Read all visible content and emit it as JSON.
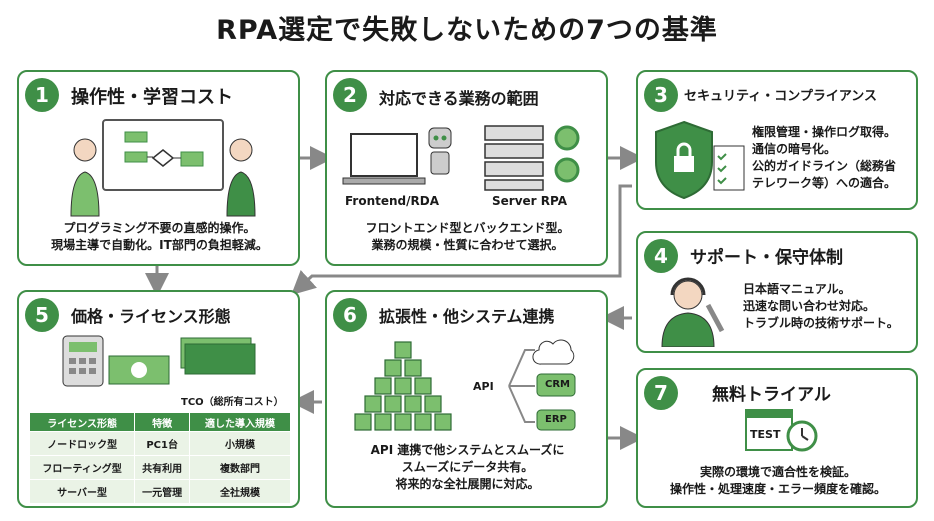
{
  "title": "RPA選定で失敗しないための7つの基準",
  "cards": [
    {
      "num": "1",
      "title": "操作性・学習コスト",
      "desc": [
        "プログラミング不要の直感的操作。",
        "現場主導で自動化。IT部門の負担軽減。"
      ]
    },
    {
      "num": "2",
      "title": "対応できる業務の範囲",
      "label_left": "Frontend/RDA",
      "label_right": "Server RPA",
      "desc": [
        "フロントエンド型とバックエンド型。",
        "業務の規模・性質に合わせて選択。"
      ]
    },
    {
      "num": "3",
      "title": "セキュリティ・コンプライアンス",
      "desc": [
        "権限管理・操作ログ取得。",
        "通信の暗号化。",
        "公的ガイドライン（総務省",
        "テレワーク等）への適合。"
      ]
    },
    {
      "num": "4",
      "title": "サポート・保守体制",
      "desc": [
        "日本語マニュアル。",
        "迅速な問い合わせ対応。",
        "トラブル時の技術サポート。"
      ]
    },
    {
      "num": "5",
      "title": "価格・ライセンス形態",
      "tco": "TCO（総所有コスト）",
      "table": {
        "headers": [
          "ライセンス形態",
          "特徴",
          "適した導入規模"
        ],
        "rows": [
          [
            "ノードロック型",
            "PC1台",
            "小規模"
          ],
          [
            "フローティング型",
            "共有利用",
            "複数部門"
          ],
          [
            "サーバー型",
            "一元管理",
            "全社規模"
          ]
        ]
      }
    },
    {
      "num": "6",
      "title": "拡張性・他システム連携",
      "api": "API",
      "crm": "CRM",
      "erp": "ERP",
      "desc": [
        "API 連携で他システムとスムーズに",
        "スムーズにデータ共有。",
        "将来的な全社展開に対応。"
      ]
    },
    {
      "num": "7",
      "title": "無料トライアル",
      "test": "TEST",
      "desc": [
        "実際の環境で適合性を検証。",
        "操作性・処理速度・エラー頻度を確認。"
      ]
    }
  ],
  "colors": {
    "accent": "#3f8f47",
    "light": "#7cbf6e",
    "pale": "#eaf3e6",
    "arrow": "#888888"
  }
}
